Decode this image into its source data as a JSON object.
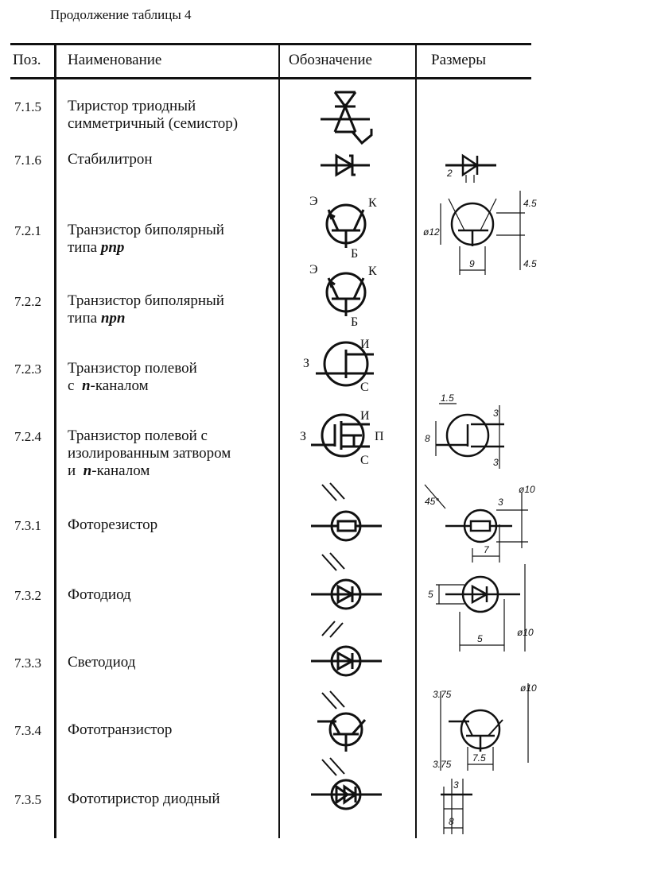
{
  "caption": "Продолжение таблицы 4",
  "headers": {
    "pos": "Поз.",
    "name": "Наименование",
    "symbol": "Обозначение",
    "size": "Размеры"
  },
  "rows": [
    {
      "pos": "7.1.5",
      "name1": "Тиристор триодный",
      "name2": "симметричный (семистор)"
    },
    {
      "pos": "7.1.6",
      "name1": "Стабилитрон"
    },
    {
      "pos": "7.2.1",
      "name1": "Транзистор биполярный",
      "name2pre": "типа ",
      "name2em": "pnp"
    },
    {
      "pos": "7.2.2",
      "name1": "Транзистор биполярный",
      "name2pre": "типа ",
      "name2em": "npn"
    },
    {
      "pos": "7.2.3",
      "name1": "Транзистор полевой",
      "name2pre": "с ",
      "name2em": "n",
      "name2post": "-каналом"
    },
    {
      "pos": "7.2.4",
      "name1": "Транзистор полевой с",
      "name2": "изолированным затвором",
      "name3pre": "и ",
      "name3em": "n",
      "name3post": "-каналом"
    },
    {
      "pos": "7.3.1",
      "name1": "Фоторезистор"
    },
    {
      "pos": "7.3.2",
      "name1": "Фотодиод"
    },
    {
      "pos": "7.3.3",
      "name1": "Светодиод"
    },
    {
      "pos": "7.3.4",
      "name1": "Фототранзистор"
    },
    {
      "pos": "7.3.5",
      "name1": "Фототиристор диодный"
    }
  ],
  "terminals": {
    "e": "Э",
    "c": "К",
    "b": "Б",
    "gate": "З",
    "source": "И",
    "drain": "С",
    "substrate": "П"
  },
  "dims": {
    "d721": {
      "a": "2",
      "b": "4.5",
      "c": "ø12",
      "d": "9",
      "e": "4.5"
    },
    "d724": {
      "a": "1.5",
      "b": "3",
      "c": "8",
      "d": "3"
    },
    "d731": {
      "a": "45°",
      "b": "ø10",
      "c": "3",
      "d": "7"
    },
    "d732": {
      "a": "5",
      "b": "5",
      "c": "ø10"
    },
    "d734": {
      "a": "3.75",
      "b": "ø10",
      "c": "7.5",
      "d": "3.75"
    },
    "d735": {
      "a": "3",
      "b": "8"
    }
  }
}
